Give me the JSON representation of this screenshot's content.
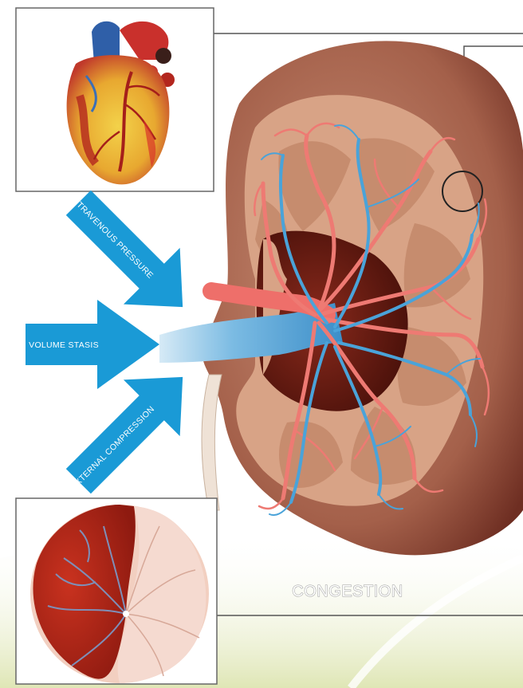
{
  "labels": {
    "intravenous_pressure": "INTRAVENOUS PRESSURE",
    "volume_stasis": "VOLUME STASIS",
    "external_compression": "EXTERNAL COMPRESSION",
    "congestion": "CONGESTION"
  },
  "colors": {
    "arrow": "#1a9ad6",
    "vein": "#4aa3d9",
    "artery": "#ec6b6b",
    "kidney_capsule": "#9a5b47",
    "kidney_cortex": "#d9a88a",
    "background_green": "#e6ebc4"
  }
}
